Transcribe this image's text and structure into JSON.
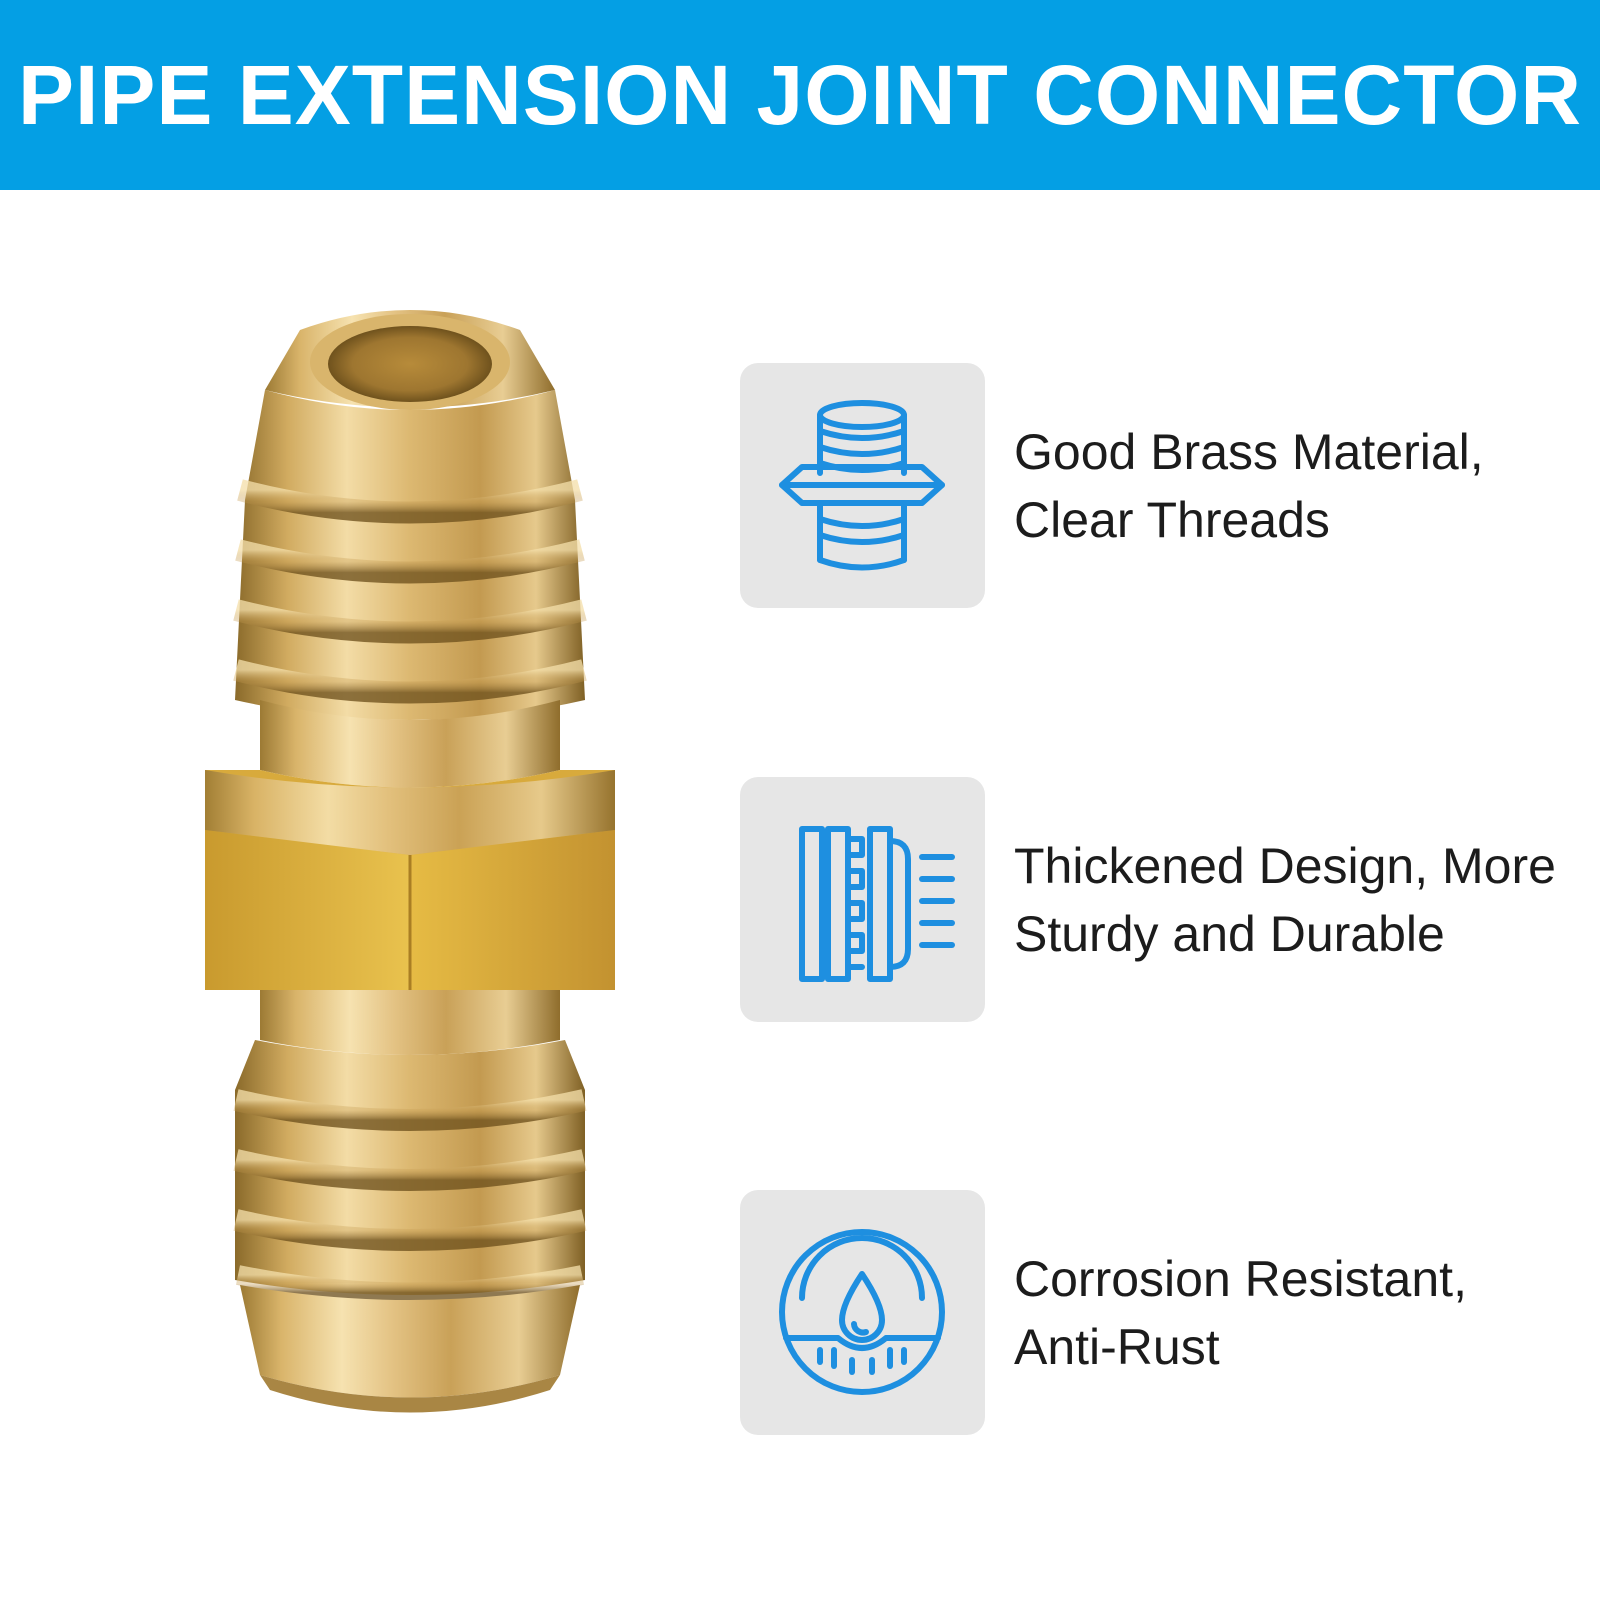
{
  "banner": {
    "title": "PIPE EXTENSION JOINT CONNECTOR",
    "color": "#049fe4"
  },
  "product": {
    "icon": "brass-flare-union-image",
    "colors": {
      "brass_light": "#f2d9a0",
      "brass_mid": "#d4ad5e",
      "brass_dark": "#8a6a2a",
      "hex_yellow": "#e0b23c"
    }
  },
  "features": [
    {
      "icon": "threaded-fitting-icon",
      "line1": "Good Brass Material,",
      "line2": "Clear Threads"
    },
    {
      "icon": "thick-wall-icon",
      "line1": "Thickened Design, More",
      "line2": "Sturdy and Durable"
    },
    {
      "icon": "corrosion-resistant-icon",
      "line1": "Corrosion Resistant,",
      "line2": "Anti-Rust"
    }
  ],
  "theme": {
    "icon_color": "#1e8fe0",
    "icon_box_color": "#e6e6e6",
    "text_color": "#1c1c1c"
  }
}
